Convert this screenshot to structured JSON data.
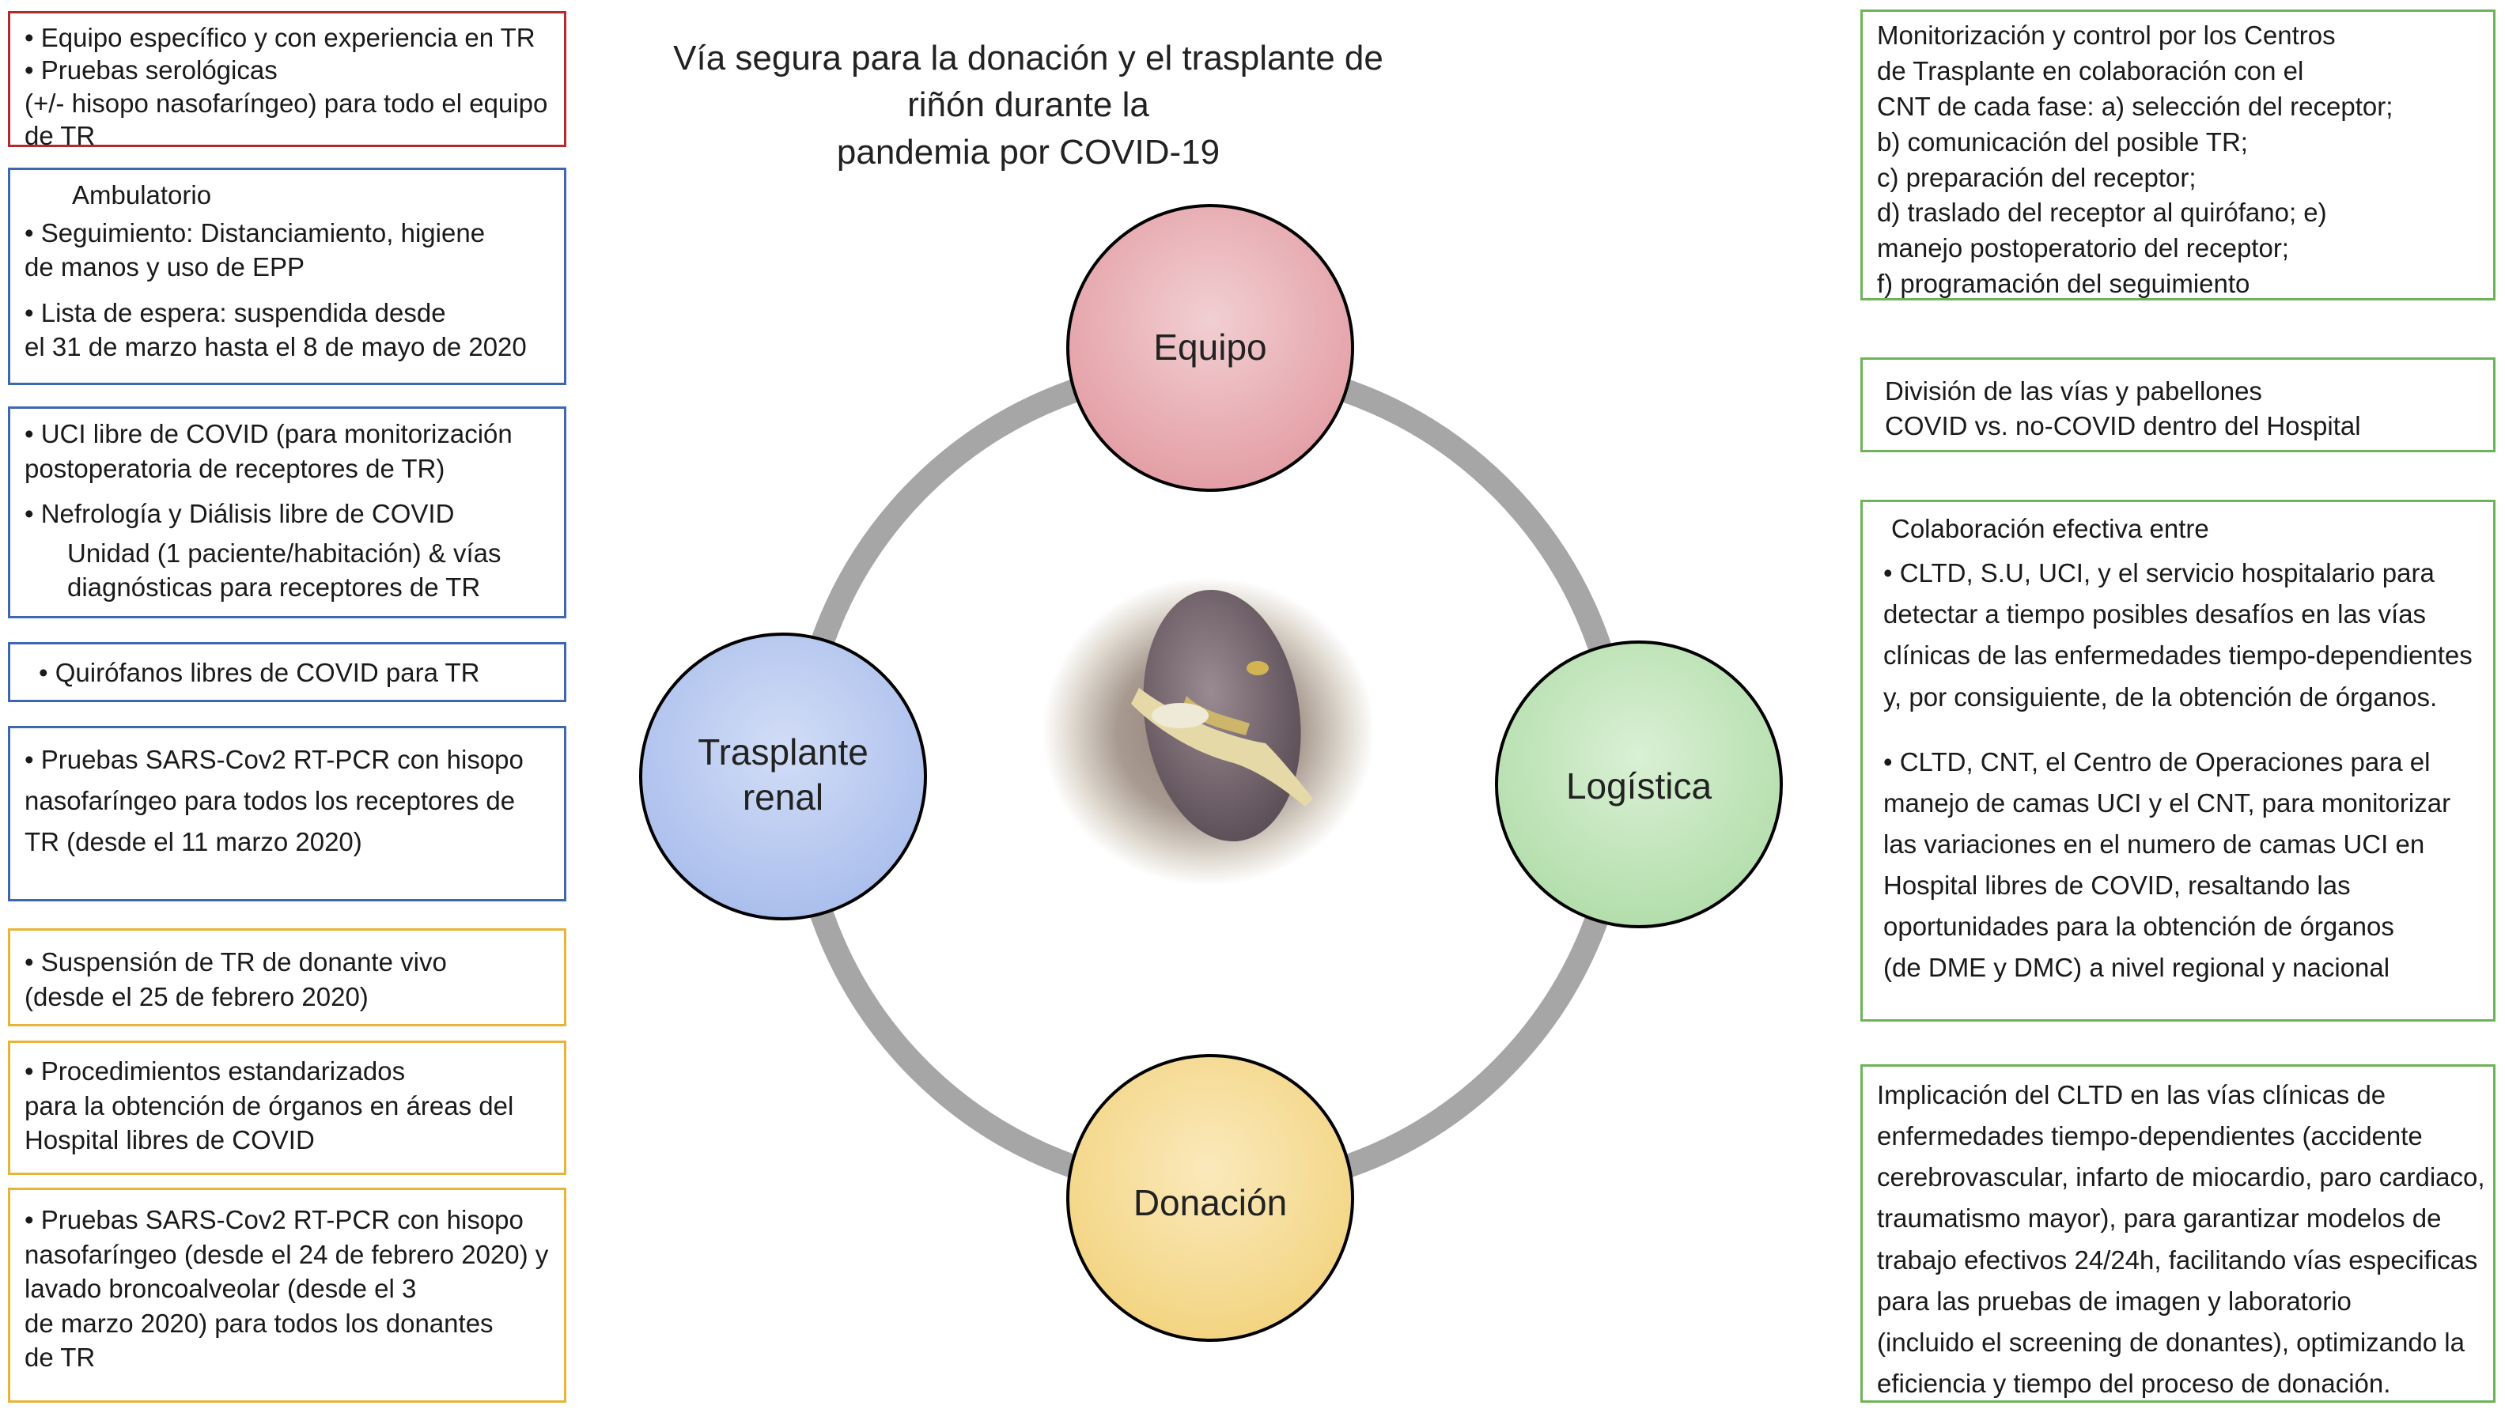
{
  "title": {
    "line1": "Vía segura para la donación y el trasplante de riñón durante la",
    "line2": "pandemia por COVID-19"
  },
  "nodes": {
    "equipo": "Equipo",
    "trasplante_line1": "Trasplante",
    "trasplante_line2": "renal",
    "logistica": "Logística",
    "donacion": "Donación"
  },
  "colors": {
    "ring": "#a6a6a6",
    "equipo": "#e7a9ae",
    "trasplante": "#b4c6ef",
    "logistica": "#bfe3b9",
    "donacion": "#f6dc93",
    "red_border": "#b22a2a",
    "blue_border": "#3d68b0",
    "yellow_border": "#e7b43a",
    "green_border": "#6db35a"
  },
  "center_image": "kidney-photo",
  "left_boxes": {
    "b1": [
      "• Equipo específico y con experiencia en TR",
      "• Pruebas serológicas",
      "(+/- hisopo nasofaríngeo) para todo el equipo",
      "de TR"
    ],
    "b2": {
      "heading": "Ambulatorio",
      "l1": "• Seguimiento: Distanciamiento, higiene",
      "l2": "de manos y uso de EPP",
      "l3": "• Lista de espera: suspendida desde",
      "l4": "el 31 de marzo hasta el 8 de mayo de 2020"
    },
    "b3": {
      "l1": "• UCI libre de COVID (para monitorización",
      "l2": "postoperatoria de receptores de TR)",
      "l3": "• Nefrología y Diálisis libre de COVID",
      "l4": "Unidad (1 paciente/habitación) & vías",
      "l5": "diagnósticas para receptores de TR"
    },
    "b4": "• Quirófanos libres de COVID para TR",
    "b5": [
      "• Pruebas SARS-Cov2 RT-PCR con hisopo",
      "nasofaríngeo para todos los receptores de",
      "TR (desde el 11 marzo 2020)"
    ],
    "b6": [
      "• Suspensión de TR de donante vivo",
      "(desde el 25 de febrero 2020)"
    ],
    "b7": [
      "• Procedimientos estandarizados",
      "para la obtención de órganos en áreas del",
      "Hospital libres de COVID"
    ],
    "b8": [
      "• Pruebas SARS-Cov2 RT-PCR con hisopo",
      "nasofaríngeo (desde el 24 de febrero 2020) y",
      "lavado broncoalveolar (desde el 3",
      "de marzo 2020) para todos los donantes",
      "de TR"
    ]
  },
  "right_boxes": {
    "r1": [
      "Monitorización y control por los Centros",
      "de Trasplante en colaboración con el",
      "CNT de cada fase: a) selección del receptor;",
      "b) comunicación del posible TR;",
      "c) preparación del receptor;",
      "d) traslado del receptor al quirófano; e)",
      "manejo postoperatorio del receptor;",
      "f) programación del seguimiento"
    ],
    "r2": [
      "División de las vías y pabellones",
      "COVID vs. no-COVID dentro del Hospital"
    ],
    "r3": {
      "heading": "Colaboración efectiva entre",
      "p1": [
        "• CLTD, S.U, UCI, y el servicio hospitalario para",
        "detectar a tiempo posibles desafíos en las vías",
        "clínicas de las enfermedades tiempo-dependientes",
        "y, por consiguiente, de la obtención de órganos."
      ],
      "p2": [
        "• CLTD, CNT, el Centro de Operaciones para el",
        "manejo de camas UCI y el CNT, para monitorizar",
        "las variaciones en el numero de camas UCI en",
        "Hospital libres de COVID, resaltando las",
        "oportunidades para la obtención de órganos",
        "(de DME y DMC) a nivel regional y nacional"
      ]
    },
    "r4": [
      "Implicación del CLTD en las vías clínicas de",
      "enfermedades tiempo-dependientes (accidente",
      "cerebrovascular, infarto de miocardio, paro cardiaco,",
      "traumatismo mayor), para garantizar modelos de",
      "trabajo efectivos 24/24h, facilitando vías especificas",
      "para las pruebas de imagen y laboratorio",
      "(incluido el screening de donantes), optimizando la",
      "eficiencia y tiempo del proceso de donación."
    ]
  }
}
